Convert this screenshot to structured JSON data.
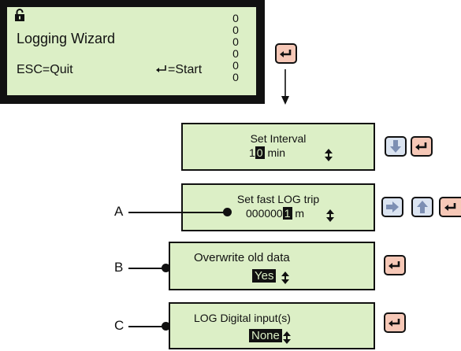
{
  "main_display": {
    "title": "Logging Wizard",
    "escape_text": "ESC=Quit",
    "start_text": "=Start",
    "status_indicators": [
      "0",
      "0",
      "0",
      "0",
      "0",
      "0"
    ]
  },
  "steps": {
    "interval": {
      "title": "Set Interval",
      "value_prefix": "1",
      "value_highlight": "0",
      "unit": "min"
    },
    "fast_log": {
      "title": "Set fast LOG trip",
      "value_prefix": "000000",
      "value_highlight": "1",
      "unit": "m"
    },
    "overwrite": {
      "title": "Overwrite old data",
      "value": "Yes"
    },
    "digital_input": {
      "title": "LOG Digital input(s)",
      "value": "None"
    }
  },
  "callouts": {
    "a": "A",
    "b": "B",
    "c": "C"
  },
  "colors": {
    "lcd_background": "#dcefc6",
    "enter_key": "#f6c8b7",
    "nav_key": "#dbe4f1"
  },
  "icons": [
    "lock-icon",
    "enter-key-icon",
    "down-arrow-key-icon",
    "right-arrow-key-icon",
    "up-arrow-key-icon",
    "up-down-arrows-icon"
  ]
}
